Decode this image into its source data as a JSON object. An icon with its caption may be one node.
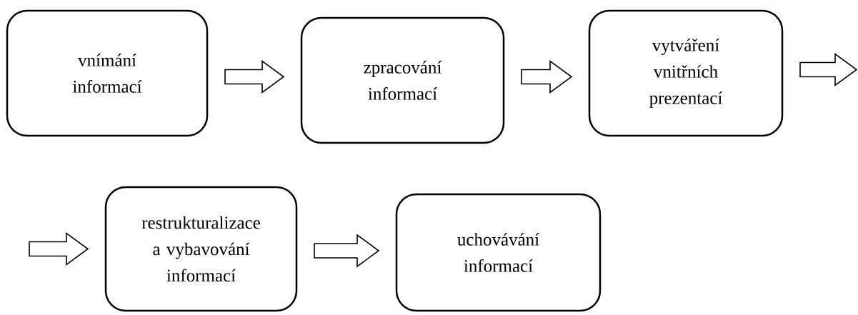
{
  "diagram": {
    "nodes": [
      {
        "text": [
          "vnímání informací"
        ]
      },
      {
        "text": [
          "zpracování informací"
        ]
      },
      {
        "text": [
          "vytváření vnitřních prezentací"
        ]
      },
      {
        "text": [
          "restrukturalizace a vybavování informací"
        ]
      },
      {
        "text": [
          "uchovávání informací"
        ]
      }
    ],
    "edges": [
      {
        "from": 0,
        "to": 1,
        "arrow": "to"
      },
      {
        "from": 1,
        "to": 2,
        "arrow": "to"
      },
      {
        "from": 2,
        "to": null,
        "arrow": "to"
      },
      {
        "from": null,
        "to": 3,
        "arrow": "to"
      },
      {
        "from": 3,
        "to": 4,
        "arrow": "to"
      }
    ]
  }
}
